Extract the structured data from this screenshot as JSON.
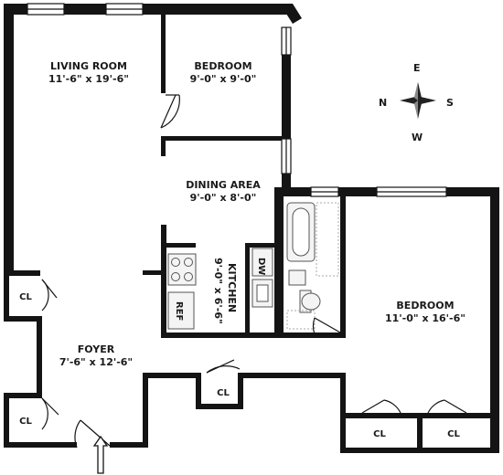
{
  "rooms": {
    "living": {
      "name": "LIVING ROOM",
      "size": "11'-6\" x 19'-6\""
    },
    "bedroom_small": {
      "name": "BEDROOM",
      "size": "9'-0\" x 9'-0\""
    },
    "dining": {
      "name": "DINING AREA",
      "size": "9'-0\" x 8'-0\""
    },
    "kitchen": {
      "name": "KITCHEN",
      "size": "9'-0\" x 6'-6\""
    },
    "bedroom_large": {
      "name": "BEDROOM",
      "size": "11'-0\" x 16'-6\""
    },
    "foyer": {
      "name": "FOYER",
      "size": "7'-6\" x 12'-6\""
    }
  },
  "closets": {
    "living_cl": "CL",
    "foyer_cl": "CL",
    "entry_cl": "CL",
    "bed_cl_left": "CL",
    "bed_cl_right": "CL"
  },
  "appliances": {
    "dishwasher": "DW",
    "refrigerator": "REF"
  },
  "compass": {
    "n": "N",
    "e": "E",
    "s": "S",
    "w": "W"
  }
}
